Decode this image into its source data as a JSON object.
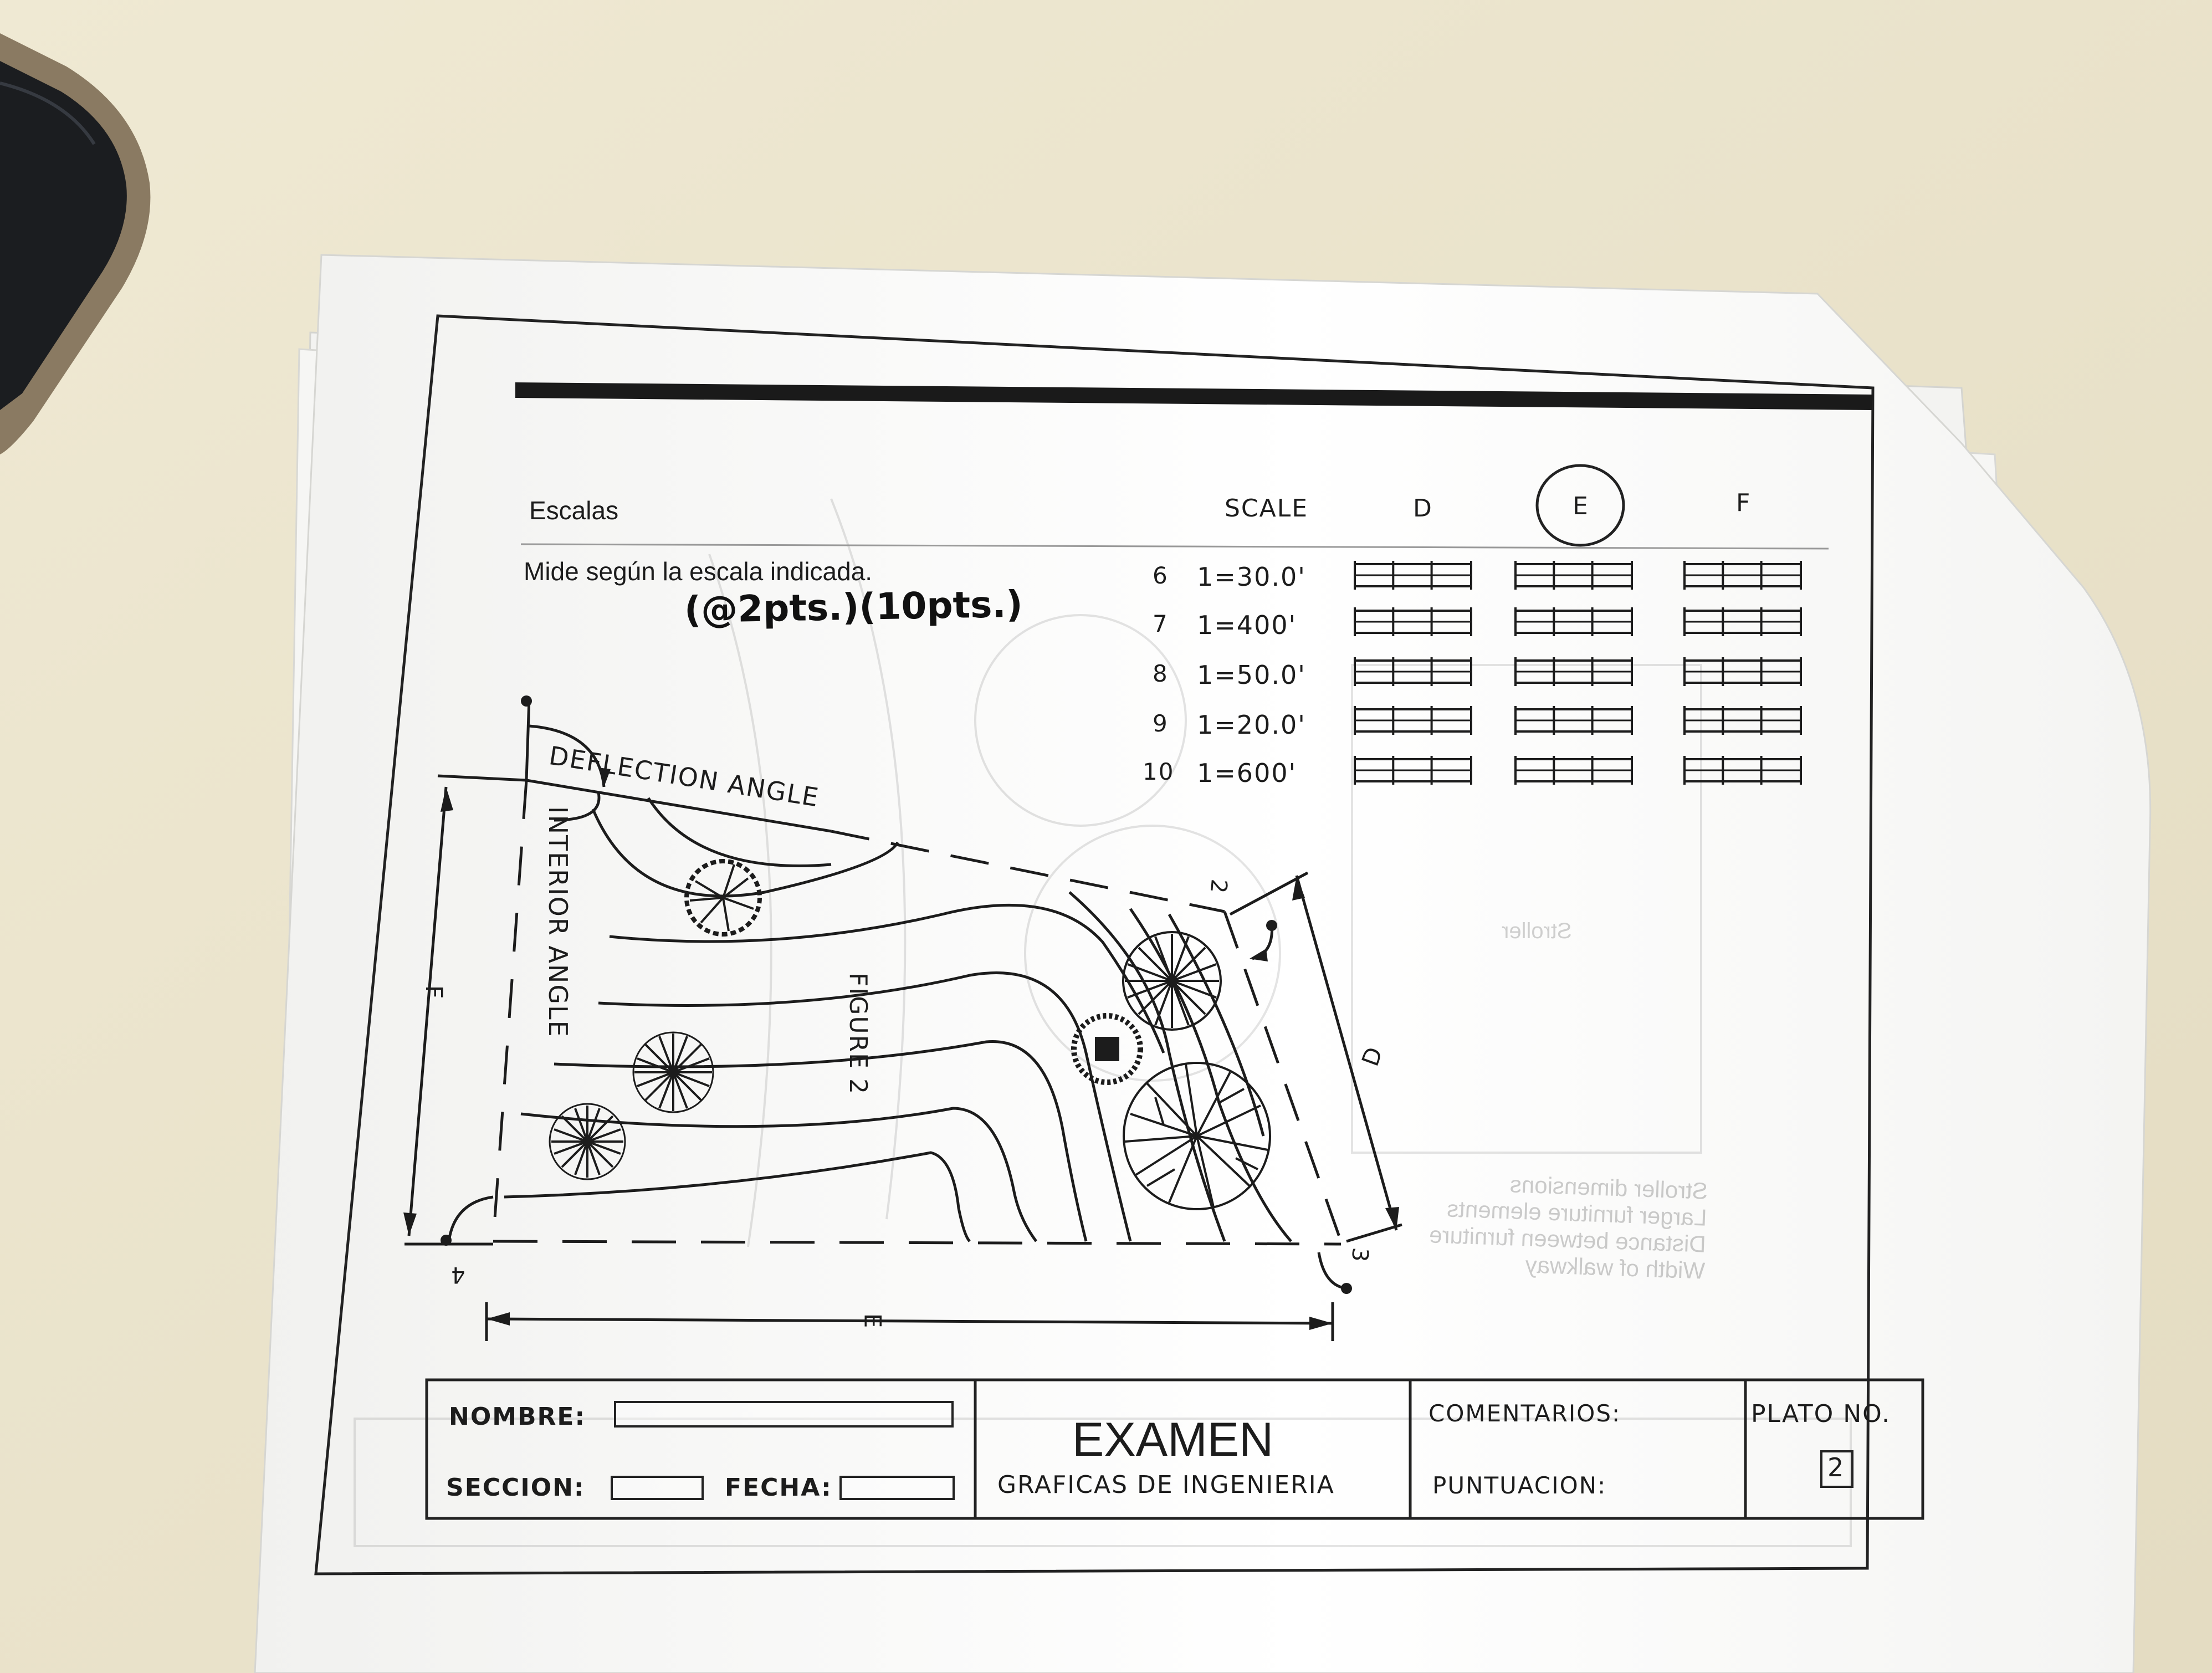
{
  "header": {
    "section_title": "Escalas",
    "instruction": "Mide según la escala indicada.",
    "handwritten_points": "(@2pts.)(10pts.)",
    "col_scale": "SCALE",
    "col_d": "D",
    "col_e": "E",
    "col_f": "F"
  },
  "scale_rows": [
    {
      "num": "6",
      "scale": "1=30.0'"
    },
    {
      "num": "7",
      "scale": "1=400'"
    },
    {
      "num": "8",
      "scale": "1=50.0'"
    },
    {
      "num": "9",
      "scale": "1=20.0'"
    },
    {
      "num": "10",
      "scale": "1=600'"
    }
  ],
  "figure": {
    "deflection_label": "DEFLECTION ANGLE",
    "interior_label": "INTERIOR ANGLE",
    "figure_label": "FIGURE 2",
    "dim_d": "D",
    "dim_e": "E",
    "dim_f": "F",
    "corner_2": "2",
    "corner_3": "3",
    "corner_4": "4"
  },
  "title_block": {
    "nombre_label": "NOMBRE:",
    "seccion_label": "SECCION:",
    "fecha_label": "FECHA:",
    "exam_title": "EXAMEN",
    "course": "GRAFICAS DE INGENIERIA",
    "comentarios_label": "COMENTARIOS:",
    "puntuacion_label": "PUNTUACION:",
    "plato_label": "PLATO NO.",
    "plato_number": "2"
  },
  "bleed_through": {
    "lines": [
      "Stroller dimensions",
      "Larger furniture elements",
      "Distance between furniture",
      "Width of walkway"
    ],
    "word": "Stroller"
  }
}
